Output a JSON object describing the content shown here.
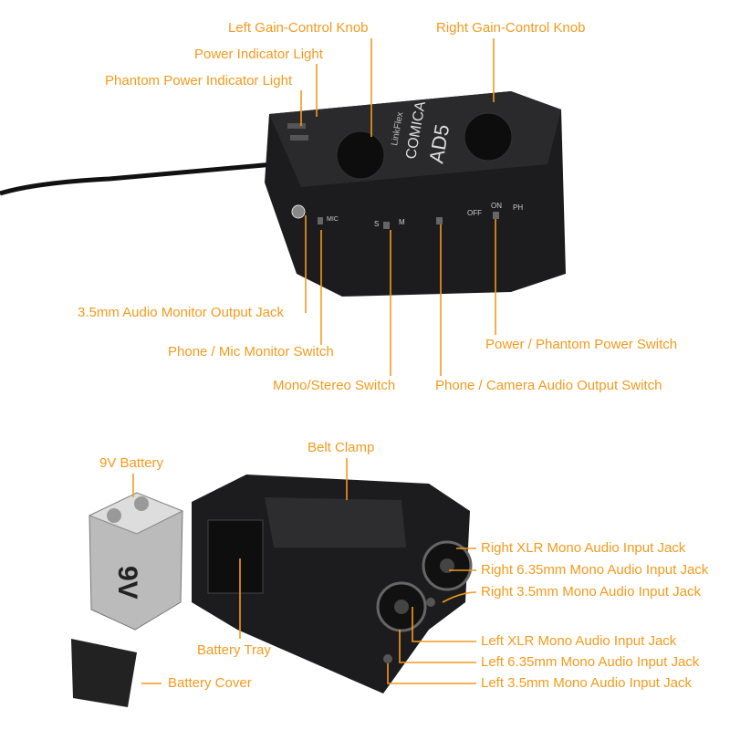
{
  "colors": {
    "label": "#f39a1e",
    "device": "#1c1c1e"
  },
  "device_text": {
    "brand": "COMICA",
    "model": "AD5",
    "sub": "LinkFlex",
    "sw_s": "S",
    "sw_m": "M",
    "sw_off": "OFF",
    "sw_on": "ON",
    "sw_ph": "PH",
    "mic": "MIC",
    "battery": "9V"
  },
  "top_labels": {
    "left_knob": "Left Gain-Control Knob",
    "power_light": "Power Indicator Light",
    "phantom_light": "Phantom Power Indicator Light",
    "right_knob": "Right Gain-Control Knob",
    "monitor_jack": "3.5mm Audio Monitor Output Jack",
    "phone_mic_switch": "Phone / Mic Monitor Switch",
    "mono_stereo_switch": "Mono/Stereo Switch",
    "power_phantom_switch": "Power / Phantom Power Switch",
    "phone_camera_switch": "Phone / Camera Audio Output Switch"
  },
  "bottom_labels": {
    "battery": "9V Battery",
    "belt_clamp": "Belt Clamp",
    "battery_tray": "Battery Tray",
    "battery_cover": "Battery Cover",
    "right_xlr": "Right XLR Mono Audio Input Jack",
    "right_635": "Right 6.35mm Mono Audio Input Jack",
    "right_35": "Right 3.5mm Mono Audio Input Jack",
    "left_xlr": "Left XLR Mono Audio Input Jack",
    "left_635": "Left 6.35mm Mono Audio Input Jack",
    "left_35": "Left 3.5mm Mono Audio Input Jack"
  }
}
